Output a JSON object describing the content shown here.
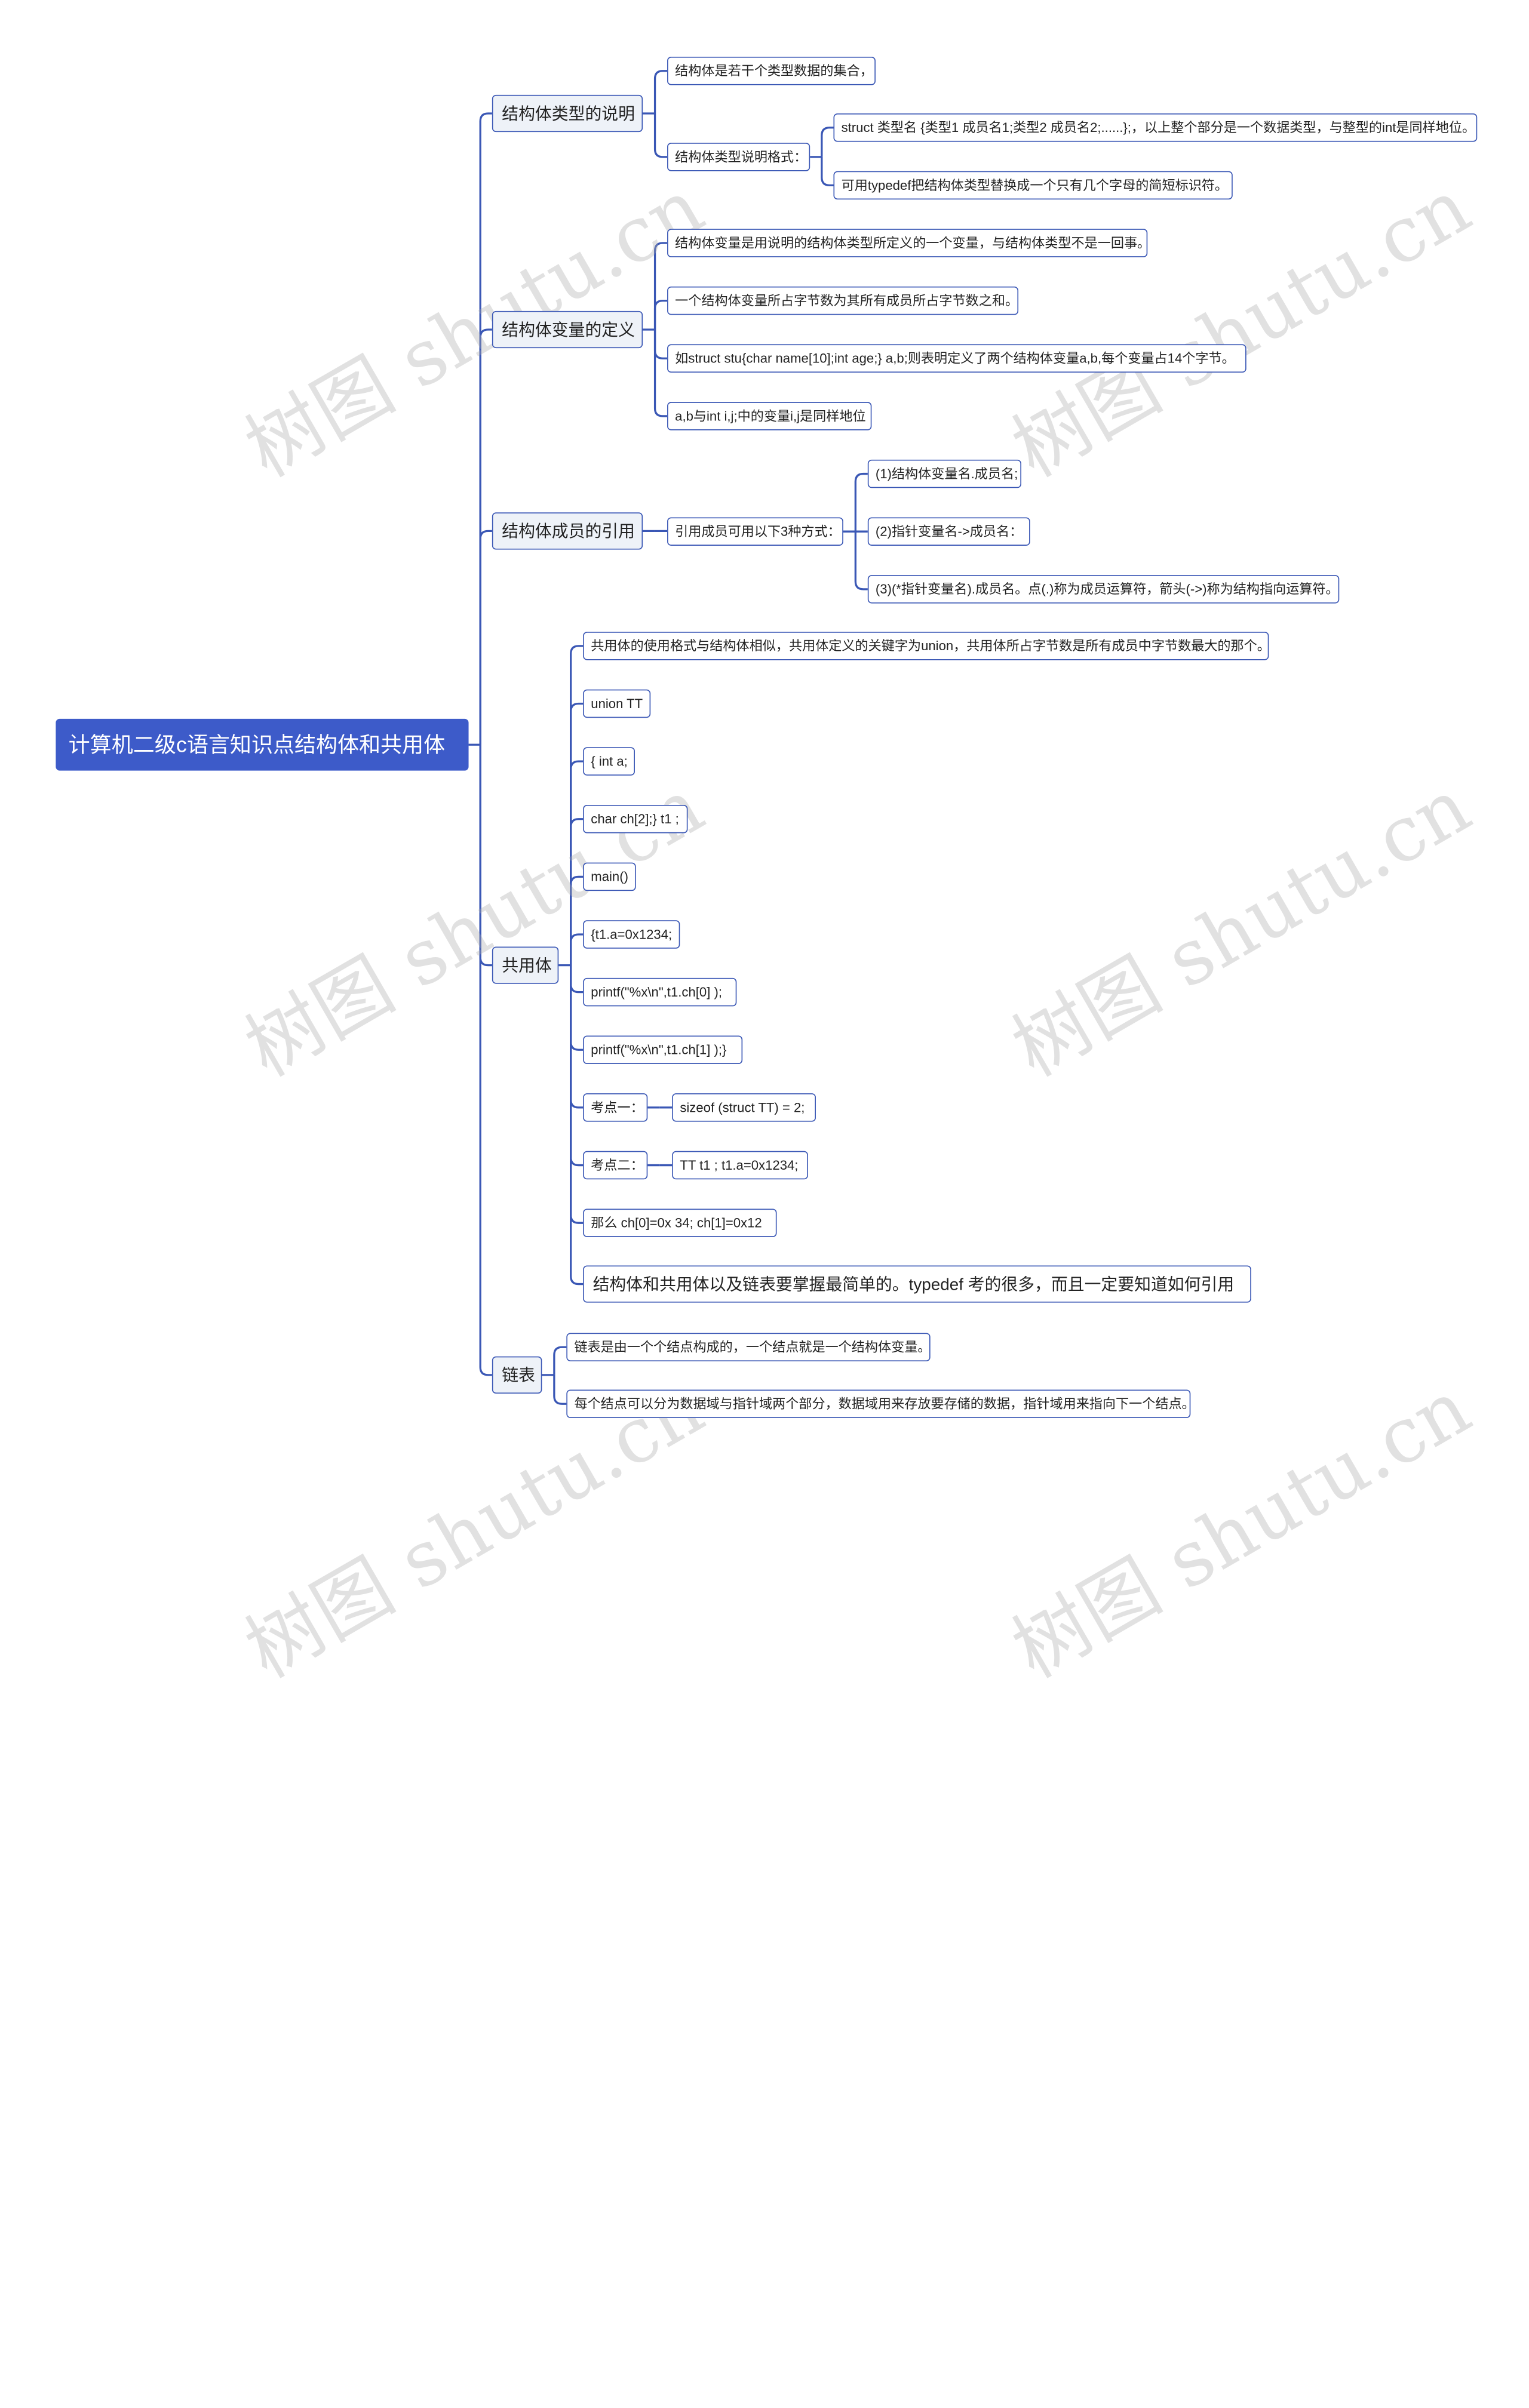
{
  "colors": {
    "line": "#3a57b5",
    "root_fill": "#3d5bc9",
    "level1_fill": "#eef2f8",
    "node_border": "#3a57b5",
    "watermark": "#aaaaaa"
  },
  "watermark_text": "树图 shutu.cn",
  "root": {
    "label": "计算机二级c语言知识点结构体和共用体"
  },
  "branches": [
    {
      "label": "结构体类型的说明",
      "children": [
        {
          "label": "结构体是若干个类型数据的集合，"
        },
        {
          "label": "结构体类型说明格式：",
          "children": [
            {
              "label": "struct 类型名 {类型1 成员名1;类型2 成员名2;......};，以上整个部分是一个数据类型，与整型的int是同样地位。"
            },
            {
              "label": "可用typedef把结构体类型替换成一个只有几个字母的简短标识符。"
            }
          ]
        }
      ]
    },
    {
      "label": "结构体变量的定义",
      "children": [
        {
          "label": "结构体变量是用说明的结构体类型所定义的一个变量，与结构体类型不是一回事。"
        },
        {
          "label": "一个结构体变量所占字节数为其所有成员所占字节数之和。"
        },
        {
          "label": "如struct stu{char name[10];int age;} a,b;则表明定义了两个结构体变量a,b,每个变量占14个字节。"
        },
        {
          "label": "a,b与int i,j;中的变量i,j是同样地位"
        }
      ]
    },
    {
      "label": "结构体成员的引用",
      "children": [
        {
          "label": "引用成员可用以下3种方式：",
          "children": [
            {
              "label": "(1)结构体变量名.成员名;"
            },
            {
              "label": "(2)指针变量名->成员名："
            },
            {
              "label": "(3)(*指针变量名).成员名。点(.)称为成员运算符，箭头(->)称为结构指向运算符。"
            }
          ]
        }
      ]
    },
    {
      "label": "共用体",
      "children": [
        {
          "label": "共用体的使用格式与结构体相似，共用体定义的关键字为union，共用体所占字节数是所有成员中字节数最大的那个。"
        },
        {
          "label": "union TT"
        },
        {
          "label": "{ int a;"
        },
        {
          "label": "char ch[2];} t1 ;"
        },
        {
          "label": "main()"
        },
        {
          "label": "{t1.a=0x1234;"
        },
        {
          "label": "printf(\"%x\\n\",t1.ch[0] );"
        },
        {
          "label": "printf(\"%x\\n\",t1.ch[1] );}"
        },
        {
          "label": "考点一：",
          "children": [
            {
              "label": "sizeof (struct TT) = 2;"
            }
          ]
        },
        {
          "label": "考点二：",
          "children": [
            {
              "label": "TT t1 ; t1.a=0x1234;"
            }
          ]
        },
        {
          "label": "那么 ch[0]=0x 34; ch[1]=0x12"
        },
        {
          "label": "结构体和共用体以及链表要掌握最简单的。typedef 考的很多，而且一定要知道如何引用"
        }
      ]
    },
    {
      "label": "链表",
      "children": [
        {
          "label": "链表是由一个个结点构成的，一个结点就是一个结构体变量。"
        },
        {
          "label": "每个结点可以分为数据域与指针域两个部分，数据域用来存放要存储的数据，指针域用来指向下一个结点。"
        }
      ]
    }
  ]
}
